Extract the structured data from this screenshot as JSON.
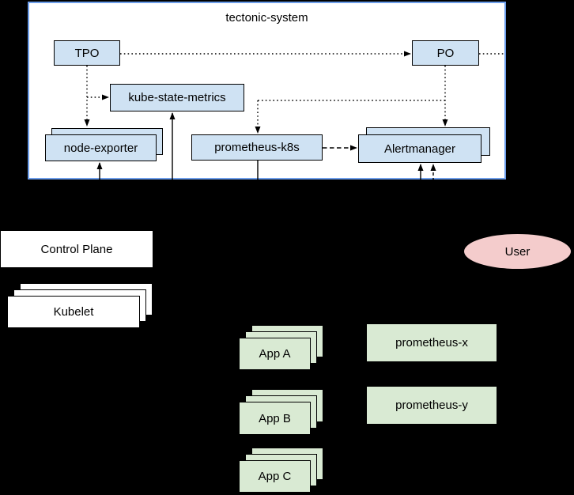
{
  "cluster": {
    "label": "tectonic-system"
  },
  "nodes": {
    "tpo": {
      "label": "TPO"
    },
    "po": {
      "label": "PO"
    },
    "kube_state_metrics": {
      "label": "kube-state-metrics"
    },
    "node_exporter": {
      "label": "node-exporter"
    },
    "prometheus_k8s": {
      "label": "prometheus-k8s"
    },
    "alertmanager": {
      "label": "Alertmanager"
    },
    "control_plane": {
      "label": "Control Plane"
    },
    "kubelet": {
      "label": "Kubelet"
    },
    "user": {
      "label": "User"
    },
    "app_a": {
      "label": "App A"
    },
    "app_b": {
      "label": "App B"
    },
    "app_c": {
      "label": "App C"
    },
    "prometheus_x": {
      "label": "prometheus-x"
    },
    "prometheus_y": {
      "label": "prometheus-y"
    }
  },
  "edges": [
    {
      "from": "TPO",
      "to": "PO",
      "style": "dotted-arrow"
    },
    {
      "from": "TPO",
      "to": "node-exporter",
      "style": "dotted-arrow"
    },
    {
      "from": "TPO",
      "to": "kube-state-metrics",
      "style": "dotted-arrow"
    },
    {
      "from": "PO",
      "to": "cluster-right-edge",
      "style": "dotted"
    },
    {
      "from": "PO",
      "to": "prometheus-k8s",
      "style": "dotted-arrow"
    },
    {
      "from": "PO",
      "to": "Alertmanager",
      "style": "dotted-arrow"
    },
    {
      "from": "prometheus-k8s",
      "to": "Alertmanager",
      "style": "dashed-arrow"
    },
    {
      "from": "below-cluster",
      "to": "node-exporter",
      "style": "solid-arrow"
    },
    {
      "from": "below-cluster",
      "to": "kube-state-metrics",
      "style": "solid-arrow"
    },
    {
      "from": "prometheus-k8s",
      "to": "below-cluster",
      "style": "solid"
    },
    {
      "from": "below-cluster",
      "to": "Alertmanager",
      "style": "solid-arrow"
    },
    {
      "from": "below-cluster",
      "to": "Alertmanager",
      "style": "dashed-arrow"
    }
  ],
  "colors": {
    "background": "#000000",
    "cluster_fill": "#ffffff",
    "cluster_border": "#6d9eeb",
    "blue_node_fill": "#cfe2f3",
    "green_node_fill": "#d9ead3",
    "white_node_fill": "#ffffff",
    "user_fill": "#f4cccc",
    "line_color": "#000000"
  }
}
